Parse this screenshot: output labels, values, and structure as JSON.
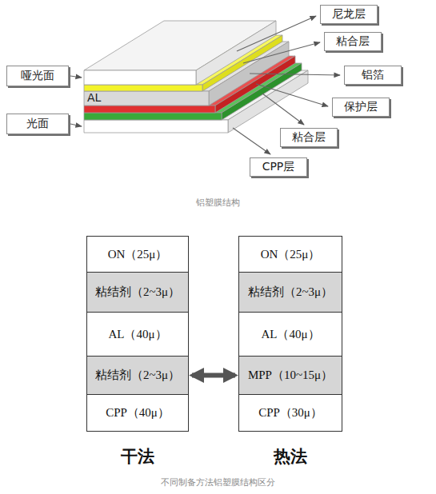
{
  "diagram": {
    "caption": "不同制备方法铝塑膜结构区分",
    "nodes": [
      {
        "text": [
          "哑光面"
        ]
      },
      {
        "text": [
          "光面"
        ]
      },
      {
        "text": [
          "尼龙层"
        ]
      },
      {
        "text": [
          "粘合层"
        ]
      },
      {
        "text": [
          "铝箔"
        ]
      },
      {
        "text": [
          "保护层"
        ]
      },
      {
        "text": [
          "粘合层"
        ]
      },
      {
        "text": [
          "CPP层"
        ]
      },
      {
        "text": [
          "干法"
        ]
      },
      {
        "text": [
          "ON（25μ）"
        ],
        "in": 8
      },
      {
        "text": [
          "粘结剂（2~3μ）"
        ],
        "in": 8
      },
      {
        "text": [
          "AL（40μ）"
        ],
        "in": 8
      },
      {
        "text": [
          "粘结剂（2~3μ）"
        ],
        "in": 8
      },
      {
        "text": [
          "CPP（40μ）"
        ],
        "in": 8
      },
      {
        "text": [
          "热法"
        ]
      },
      {
        "text": [
          "ON（25μ）"
        ],
        "in": 14
      },
      {
        "text": [
          "粘结剂（2~3μ）"
        ],
        "in": 14
      },
      {
        "text": [
          "AL（40μ）"
        ],
        "in": 14
      },
      {
        "text": [
          "MPP（10~15μ）"
        ],
        "in": 14
      },
      {
        "text": [
          "CPP（30μ）"
        ],
        "in": 14
      }
    ],
    "edges": [
      {
        "from": 12,
        "to": 18,
        "arrow": "both"
      }
    ],
    "labels": [
      "AL",
      "铝塑膜结构"
    ]
  }
}
